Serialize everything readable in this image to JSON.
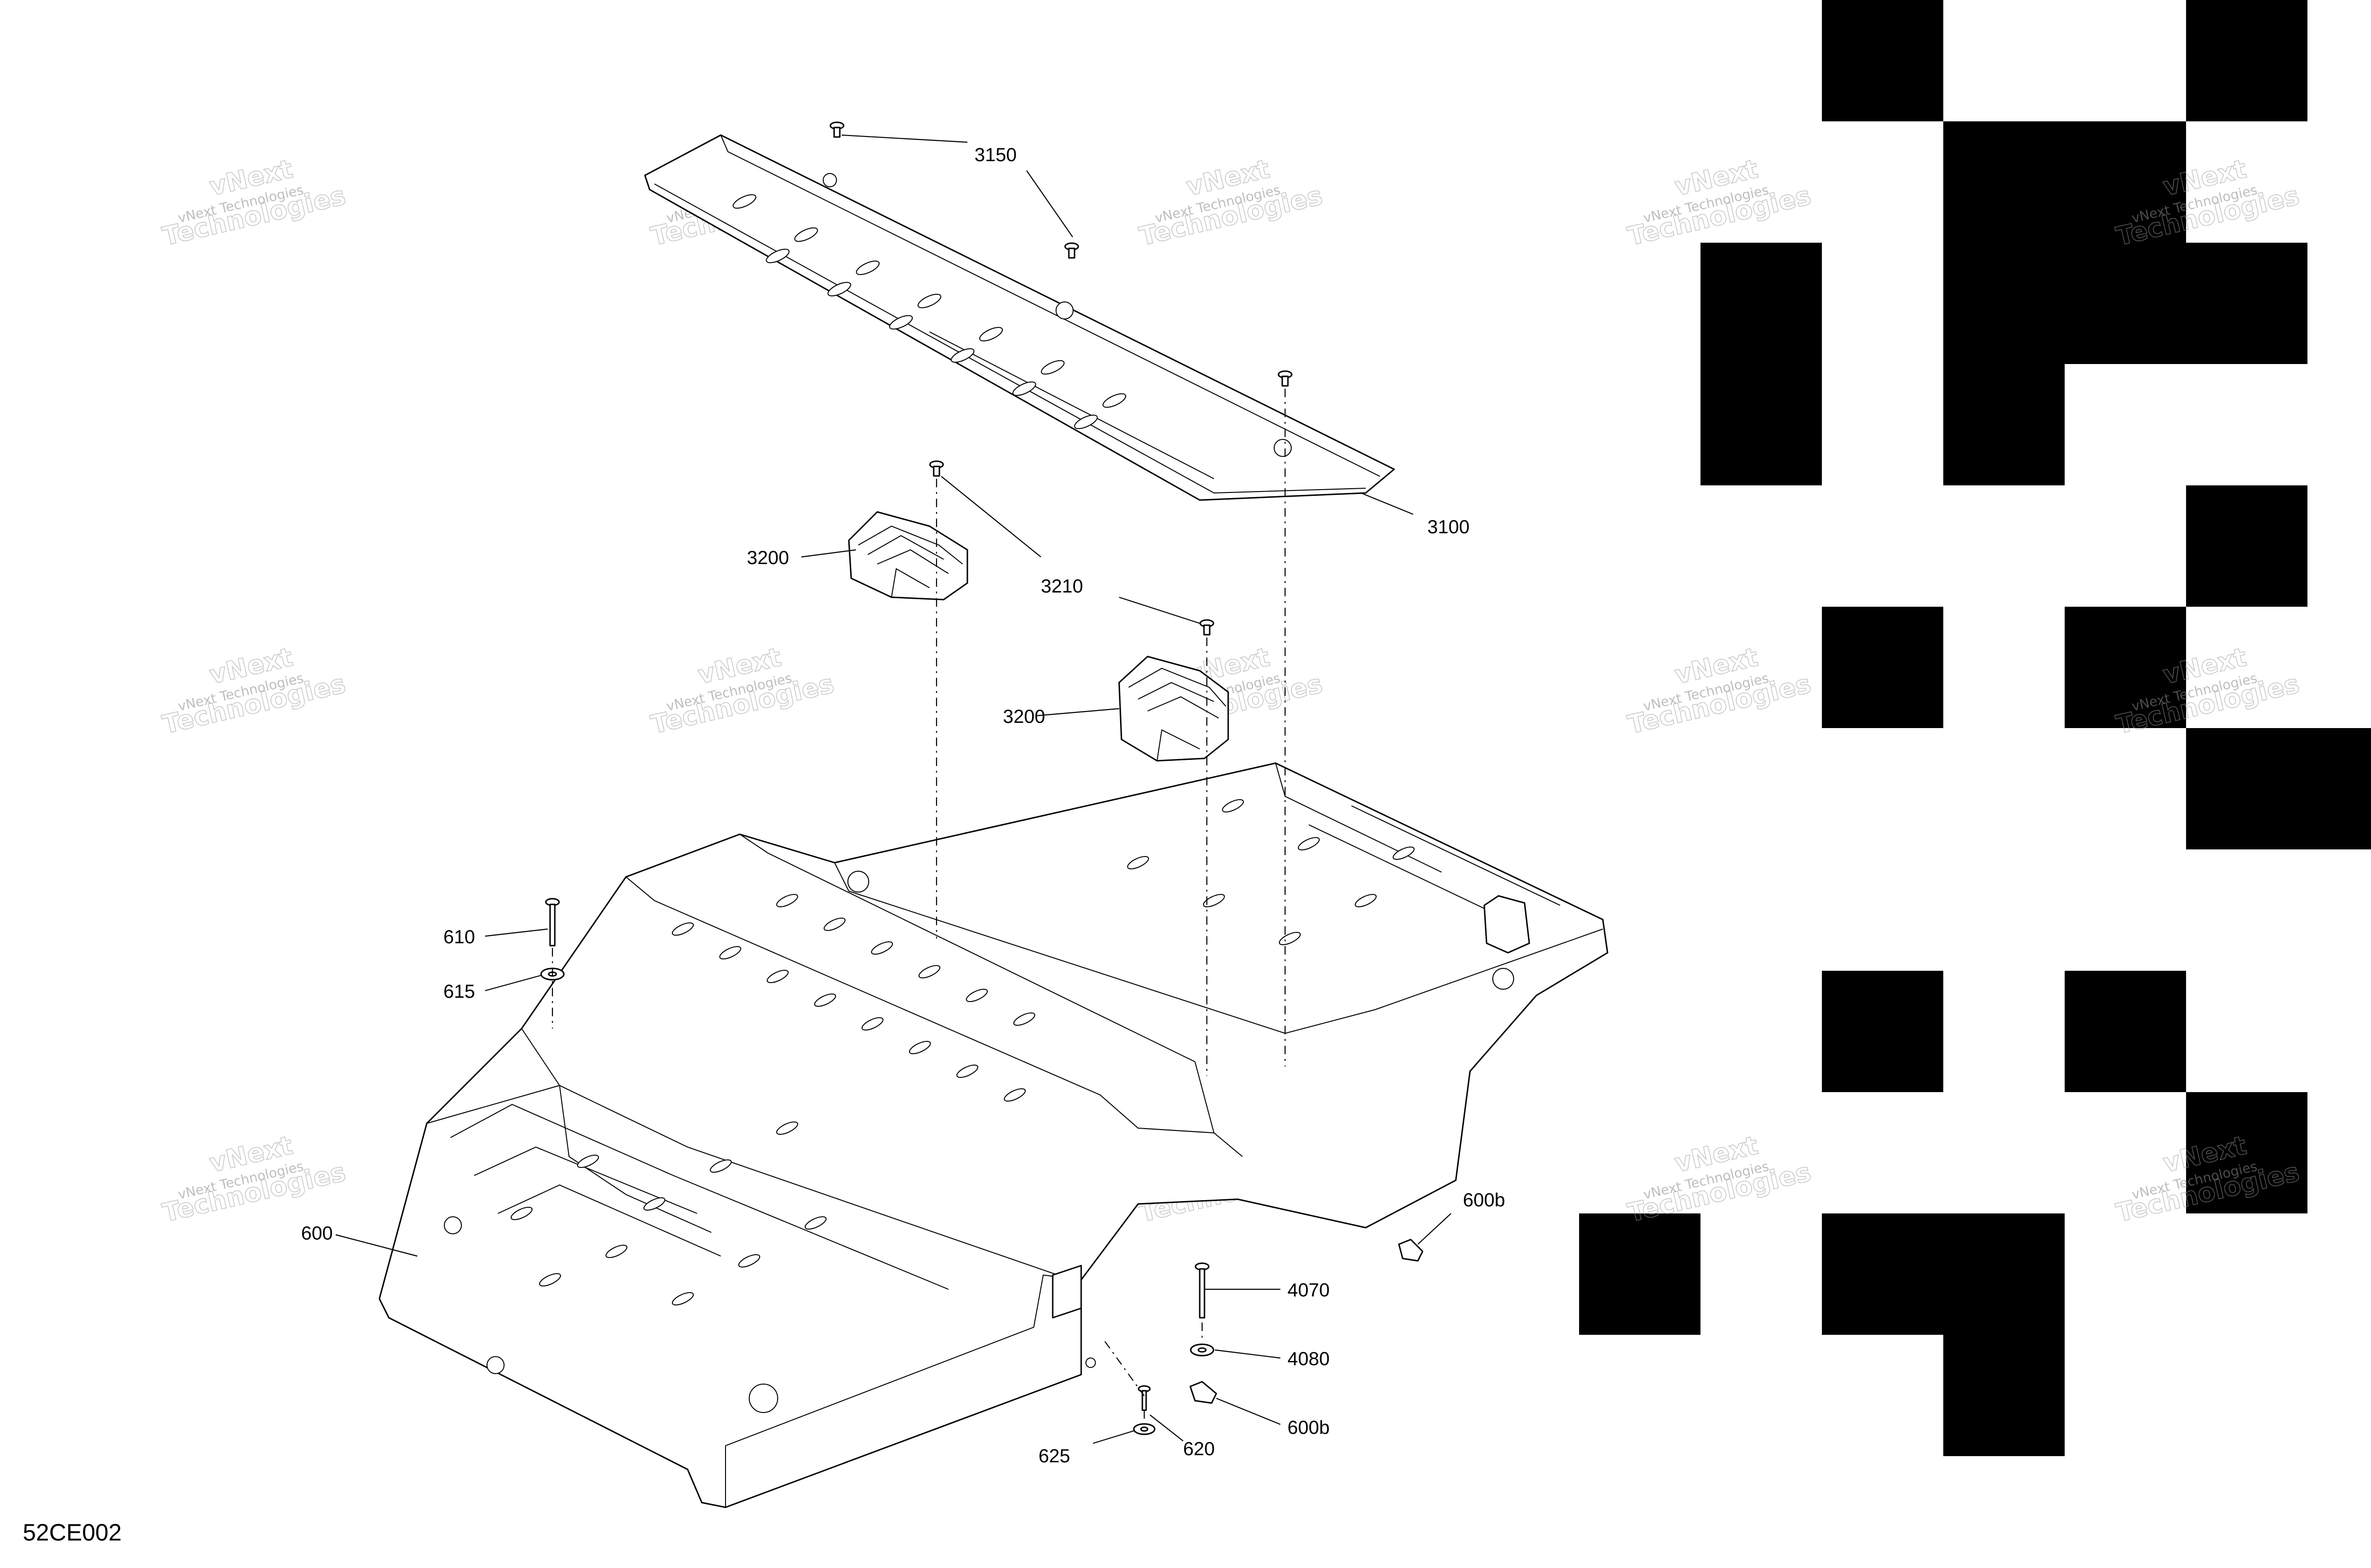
{
  "diagram": {
    "reference_code": "52CE002",
    "watermark": {
      "line1": "vNext Technologies",
      "line2": "vNext",
      "line3": "Technologies"
    },
    "callouts": [
      {
        "id": "3150",
        "text": "3150"
      },
      {
        "id": "3100",
        "text": "3100"
      },
      {
        "id": "3200a",
        "text": "3200"
      },
      {
        "id": "3210",
        "text": "3210"
      },
      {
        "id": "3200b",
        "text": "3200"
      },
      {
        "id": "610",
        "text": "610"
      },
      {
        "id": "615",
        "text": "615"
      },
      {
        "id": "600",
        "text": "600"
      },
      {
        "id": "600b_upper",
        "text": "600b"
      },
      {
        "id": "4070",
        "text": "4070"
      },
      {
        "id": "4080",
        "text": "4080"
      },
      {
        "id": "600b_lower",
        "text": "600b"
      },
      {
        "id": "620",
        "text": "620"
      },
      {
        "id": "625",
        "text": "625"
      }
    ],
    "colors": {
      "line": "#000000",
      "background": "#ffffff",
      "watermark": "#8a8a8a"
    }
  }
}
